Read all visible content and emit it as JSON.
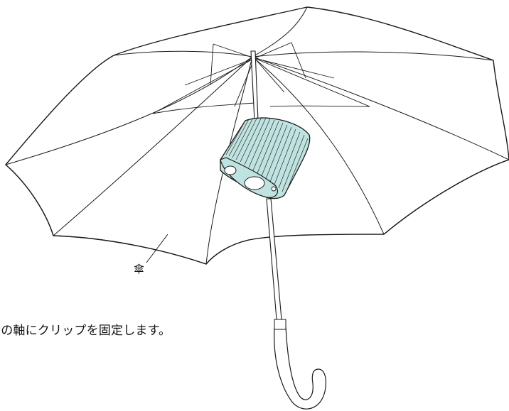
{
  "labels": {
    "umbrella": "傘",
    "caption": "傘の軸にクリップを固定します。"
  },
  "colors": {
    "line": "#1a1a1a",
    "clip_fill": "#bfe3e0",
    "clip_stripe": "#2a2a2a",
    "background": "#ffffff"
  },
  "icons": {
    "umbrella": "umbrella-illustration",
    "clip": "clip-device-illustration"
  }
}
